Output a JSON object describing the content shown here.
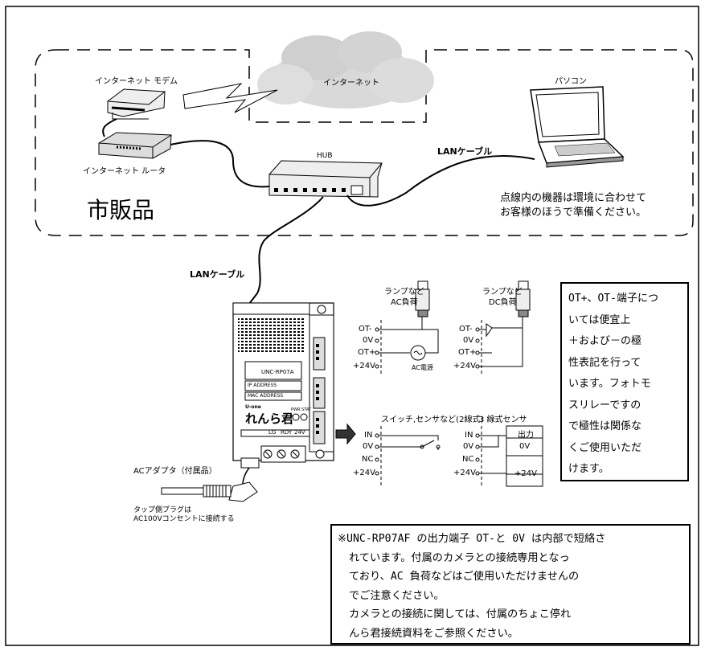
{
  "labels": {
    "modem": "インターネット モデム",
    "internet": "インターネット",
    "router": "インターネット ルータ",
    "pc": "パソコン",
    "hub": "HUB",
    "lan_cable_1": "LANケーブル",
    "lan_cable_2": "LANケーブル",
    "commercial": "市販品",
    "dotted_note_1": "点線内の機器は環境に合わせて",
    "dotted_note_2": "お客様のほうで準備ください。",
    "ac_adapter": "ACアダプタ（付属品）",
    "plug_note_1": "タップ側プラグは",
    "plug_note_2": "AC100Vコンセントに接続する"
  },
  "device": {
    "model": "UNC-RP07A",
    "brand": "れんら君",
    "leds": [
      "LG",
      "RDY",
      "24V"
    ],
    "sub": "PWR STAT",
    "ip": "IP  ADDRESS",
    "mac": "MAC  ADDRESS",
    "u_name": "U-one"
  },
  "circuits": {
    "ac_load_title_1": "ランプなど",
    "ac_load_title_2": "AC負荷",
    "dc_load_title_1": "ランプなど",
    "dc_load_title_2": "DC負荷",
    "ac_power": "AC電源",
    "switch_title": "スイッチ,センサなど(2線式)",
    "sensor3_title": "3 線式センサ",
    "out_terms": [
      "OT-",
      "0V",
      "OT+",
      "+24V"
    ],
    "in_terms": [
      "IN",
      "0V",
      "NC",
      "+24V"
    ],
    "sensor_out": "出力",
    "sensor_0v": "0V",
    "sensor_24v": "+24V"
  },
  "polarity_note": [
    "OT+、OT-端子につ",
    "いては便宜上",
    "＋および－の極",
    "性表記を行って",
    "います。フォトモ",
    "スリレーですの",
    "で極性は関係な",
    "くご使用いただ",
    "けます。"
  ],
  "bottom_note": [
    "※UNC-RP07AF の出力端子 OT-と 0V は内部で短絡さ",
    "れています。付属のカメラとの接続専用となっ",
    "ており、AC 負荷などはご使用いただけませんの",
    "でご注意ください。",
    "カメラとの接続に関しては、付属のちょこ停れ",
    "んら君接続資料をご参照ください。"
  ]
}
